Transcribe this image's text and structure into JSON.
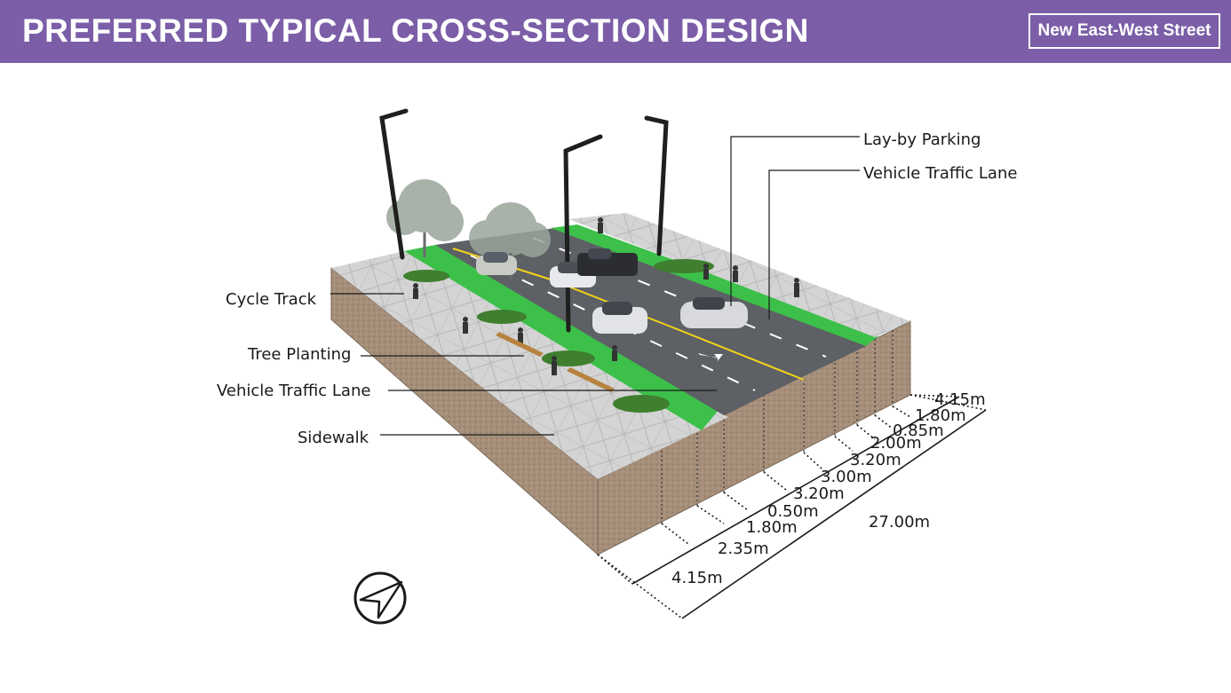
{
  "header": {
    "title": "PREFERRED TYPICAL CROSS-SECTION DESIGN",
    "badge": "New East-West Street"
  },
  "labels": {
    "lay_by_parking": "Lay-by Parking",
    "vehicle_lane_right": "Vehicle Traffic Lane",
    "cycle_track": "Cycle Track",
    "tree_planting": "Tree Planting",
    "vehicle_lane_left": "Vehicle Traffic Lane",
    "sidewalk": "Sidewalk"
  },
  "dimensions": [
    "4.15m",
    "1.80m",
    "0.85m",
    "2.00m",
    "3.20m",
    "3.00m",
    "3.20m",
    "0.50m",
    "1.80m",
    "2.35m",
    "4.15m"
  ],
  "total_width": "27.00m",
  "colors": {
    "header_bg": "#7b5ea7",
    "cycle_track": "#3cc04a",
    "asphalt": "#5d6064",
    "paving": "#cfcfcf",
    "soil": "#a58f7a"
  }
}
